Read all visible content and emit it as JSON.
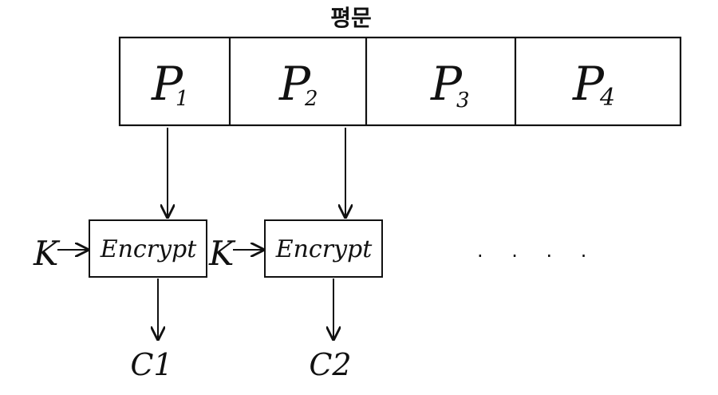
{
  "title": "평문",
  "plaintext_blocks": [
    {
      "label": "P",
      "sub": "1"
    },
    {
      "label": "P",
      "sub": "2"
    },
    {
      "label": "P",
      "sub": "3"
    },
    {
      "label": "P",
      "sub": "4"
    }
  ],
  "encrypt_units": [
    {
      "key_label": "K",
      "box_label": "Encrypt",
      "output": "C1"
    },
    {
      "key_label": "K",
      "box_label": "Encrypt",
      "output": "C2"
    }
  ],
  "ellipsis": ". . . ."
}
